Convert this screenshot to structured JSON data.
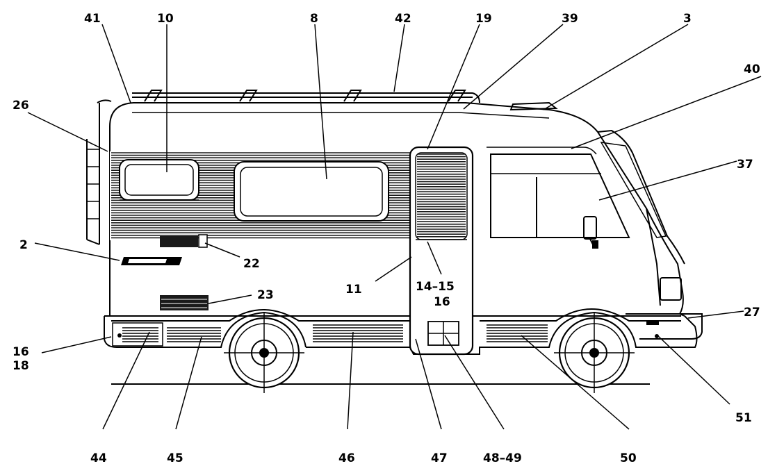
{
  "figure": "motorhome-side-view-parts-diagram",
  "colors": {
    "ink": "#000000",
    "paper": "#ffffff",
    "stripe_band": "#2a2a2a"
  },
  "labels": {
    "l41": "41",
    "l10": "10",
    "l8": "8",
    "l42": "42",
    "l19": "19",
    "l39": "39",
    "l3": "3",
    "l40": "40",
    "l26": "26",
    "l37": "37",
    "l2": "2",
    "l22": "22",
    "l11": "11",
    "l14_15": "14–15",
    "l16_door": "16",
    "l23": "23",
    "l27": "27",
    "l16_rear": "16",
    "l18": "18",
    "l51": "51",
    "l44": "44",
    "l45": "45",
    "l46": "46",
    "l47": "47",
    "l48_49": "48–49",
    "l50": "50"
  }
}
